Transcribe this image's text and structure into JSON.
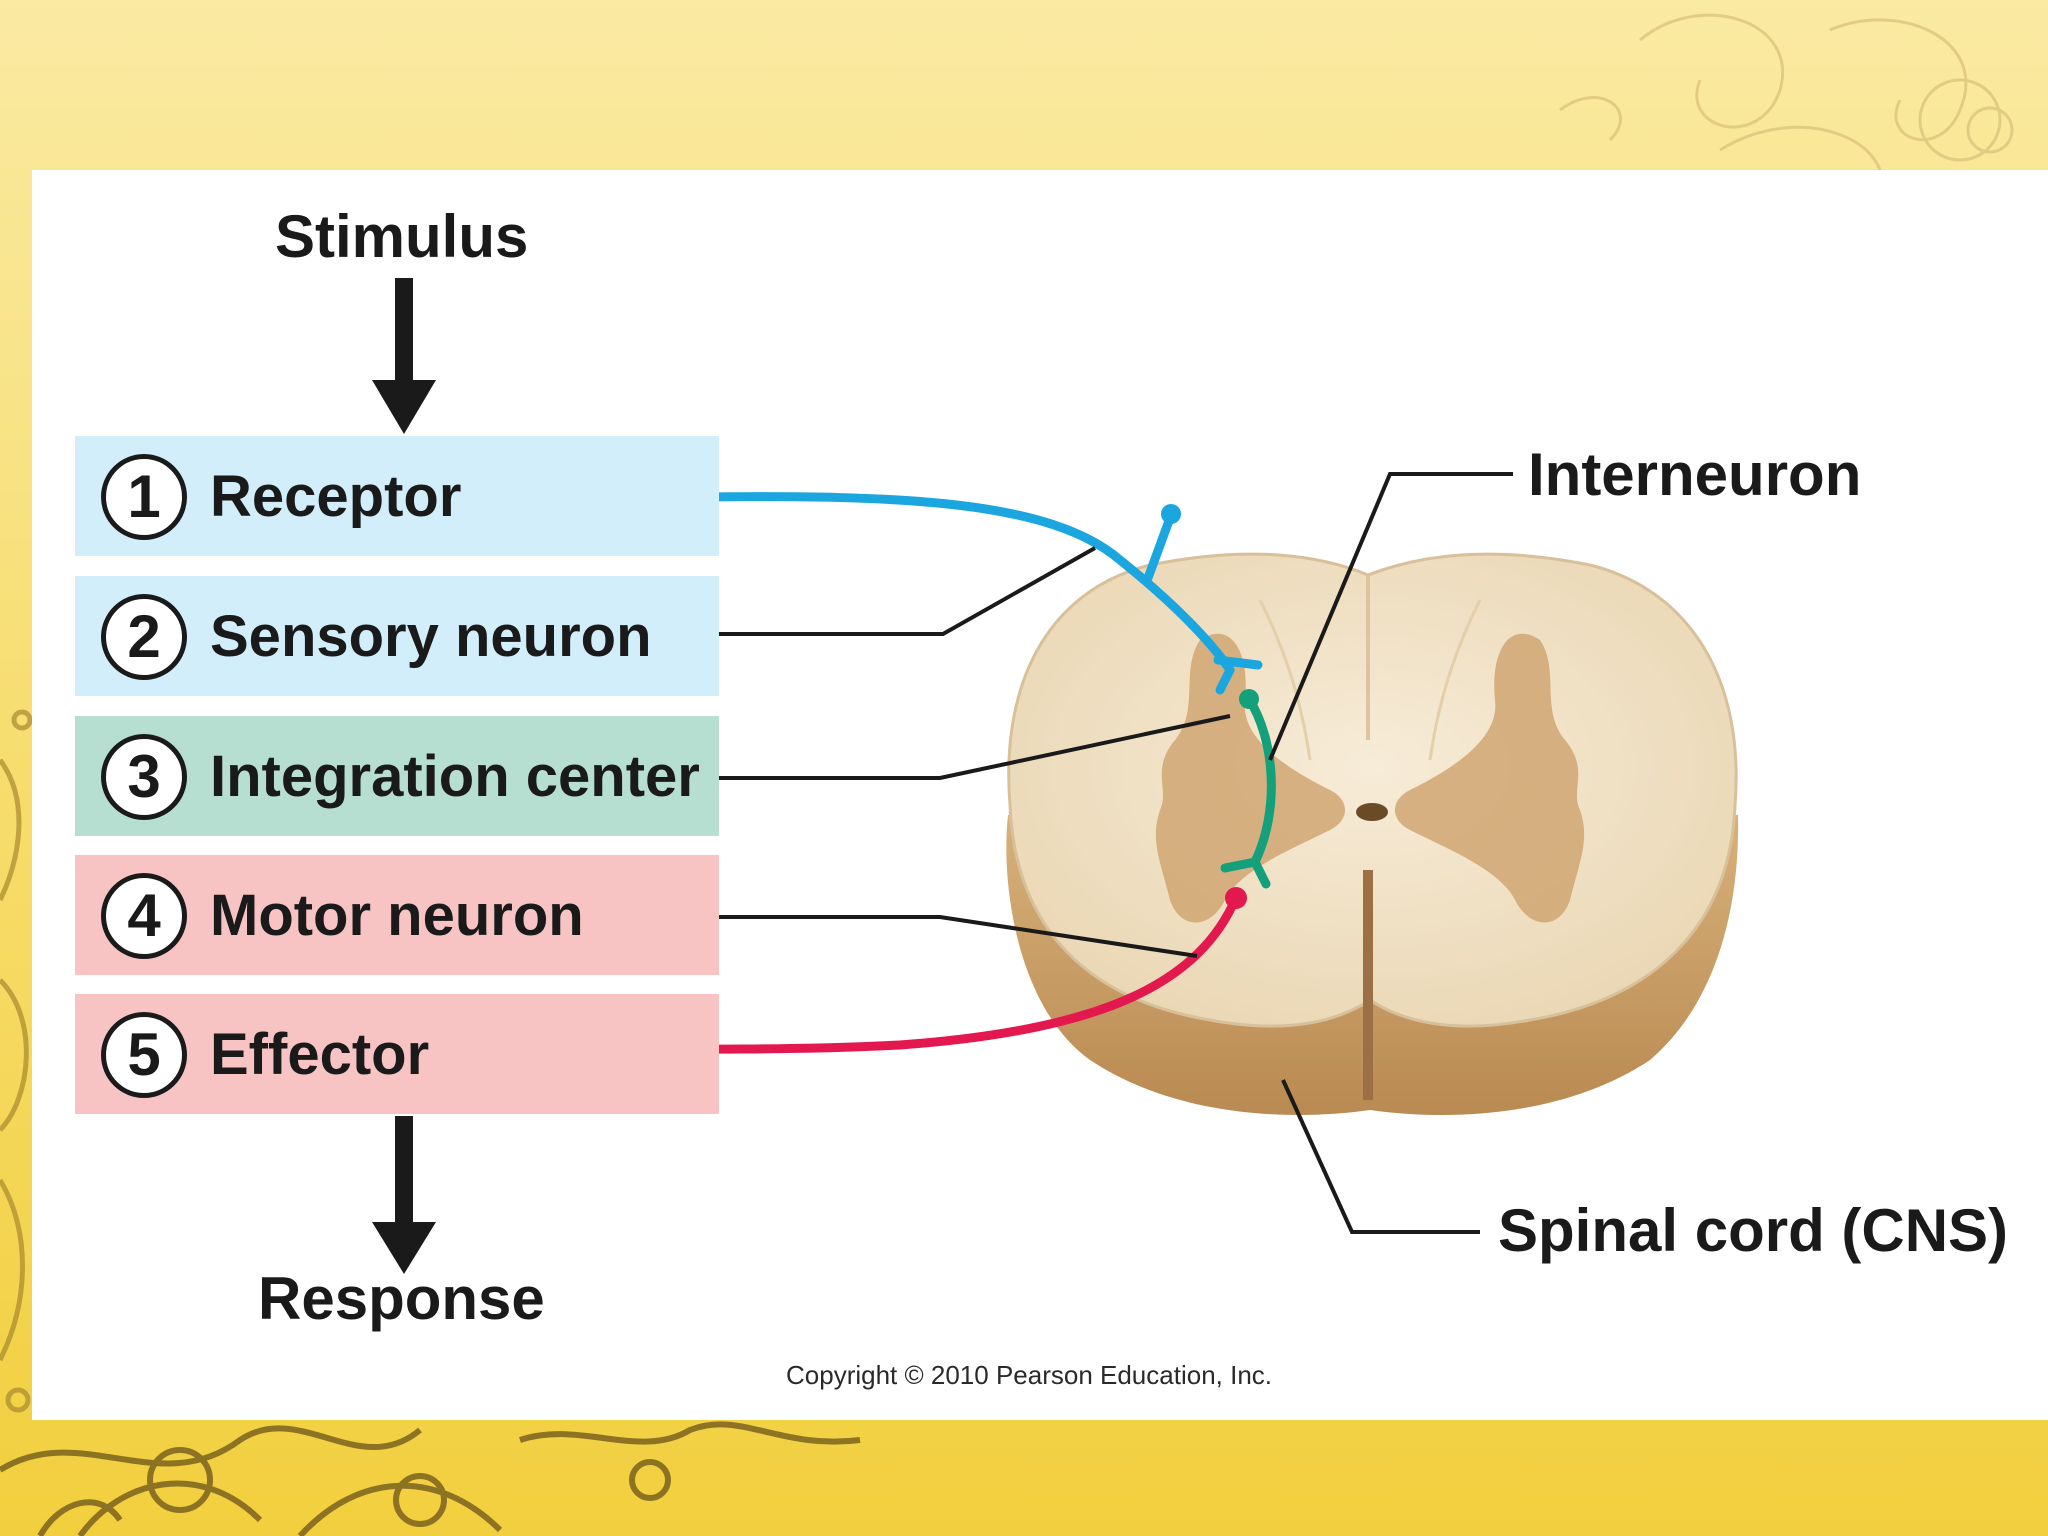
{
  "background": {
    "color": "#f6d24a",
    "panel_color": "#ffffff"
  },
  "stimulus_label": "Stimulus",
  "response_label": "Response",
  "steps": [
    {
      "number": "1",
      "label": "Receptor",
      "color": "#d3eefb"
    },
    {
      "number": "2",
      "label": "Sensory neuron",
      "color": "#d3eefb"
    },
    {
      "number": "3",
      "label": "Integration center",
      "color": "#b6dfd1"
    },
    {
      "number": "4",
      "label": "Motor neuron",
      "color": "#f7c3c3"
    },
    {
      "number": "5",
      "label": "Effector",
      "color": "#f7c3c3"
    }
  ],
  "callouts": {
    "interneuron": "Interneuron",
    "spinal_cord": "Spinal cord (CNS)"
  },
  "neuron_colors": {
    "sensory": "#1ba6e0",
    "interneuron": "#13a07a",
    "motor": "#e2184f"
  },
  "copyright": "Copyright © 2010 Pearson Education, Inc."
}
